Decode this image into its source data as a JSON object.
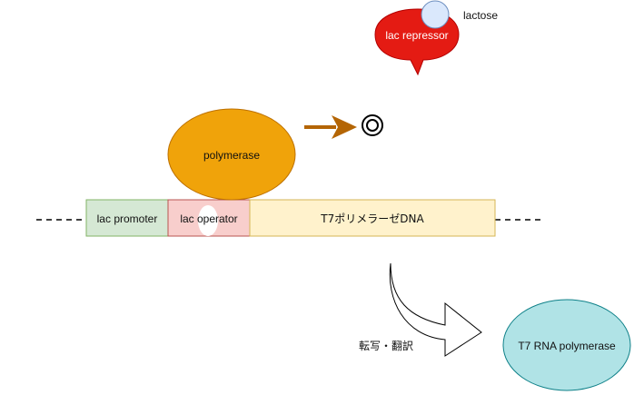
{
  "labels": {
    "lactose": "lactose",
    "lac_repressor": "lac repressor",
    "polymerase": "polymerase",
    "lac_promoter": "lac promoter",
    "lac_operator": "lac operator",
    "t7_gene": "T7ポリメラーゼDNA",
    "transcription_translation": "転写・翻訳",
    "t7_rna_polymerase": "T7 RNA polymerase"
  },
  "colors": {
    "repressor": "#e41b13",
    "lactose": "#dae8fc",
    "polymerase": "#f0a30a",
    "promoter": "#d5e8d4",
    "operator": "#f8cecc",
    "t7_gene": "#fff2cc",
    "t7_rna_polymerase": "#b0e3e6",
    "arrow": "#b46504"
  }
}
